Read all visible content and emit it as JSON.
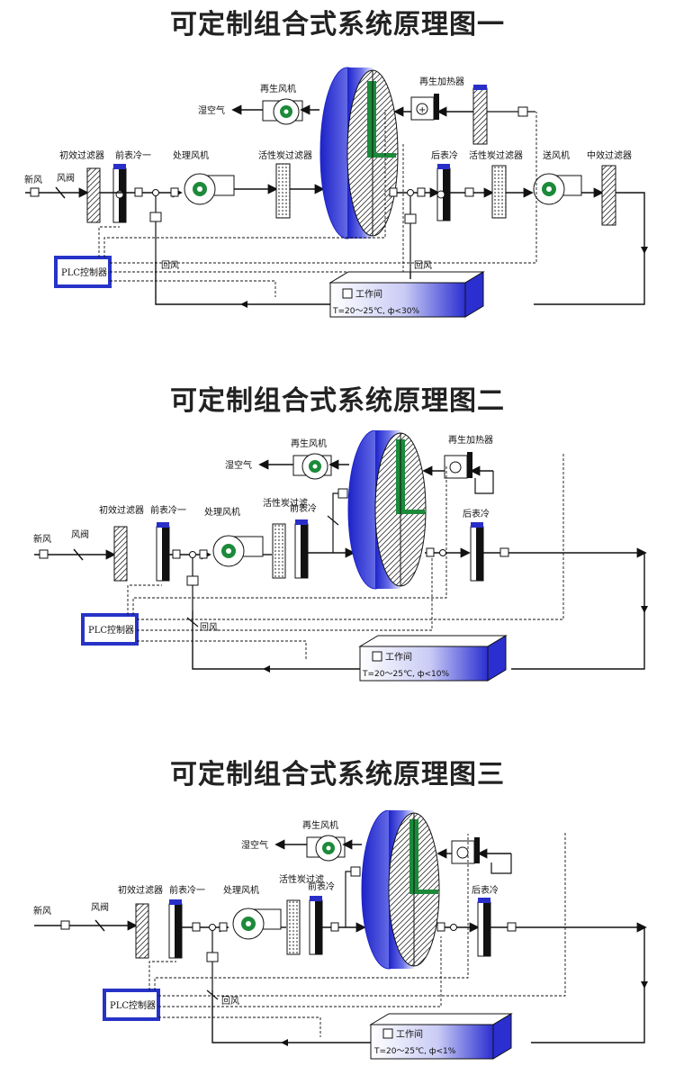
{
  "diagrams": [
    {
      "title": "可定制组合式系统原理图一",
      "labels": {
        "fresh_air": "新风",
        "damper": "风阀",
        "primary_filter": "初效过滤器",
        "pre_cooler": "前表冷一",
        "process_fan": "处理风机",
        "carbon_filter": "活性炭过滤器",
        "regen_fan": "再生风机",
        "wet_air": "湿空气",
        "regen_heater": "再生加热器",
        "after_cooler": "后表冷",
        "carbon_filter_2": "活性炭过滤器",
        "supply_fan": "送风机",
        "medium_filter": "中效过滤器",
        "plc": "PLC控制器",
        "return_air_1": "回风",
        "return_air_2": "回风",
        "room": "工作间",
        "room_spec": "T=20～25℃, ф<30%"
      }
    },
    {
      "title": "可定制组合式系统原理图二",
      "labels": {
        "fresh_air": "新风",
        "damper": "风阀",
        "primary_filter": "初效过滤器",
        "pre_cooler": "前表冷一",
        "process_fan": "处理风机",
        "carbon_filter": "活性炭过滤",
        "pre_cooler_2": "前表冷",
        "regen_fan": "再生风机",
        "wet_air": "湿空气",
        "regen_heater": "再生加热器",
        "after_cooler": "后表冷",
        "plc": "PLC控制器",
        "return_air": "回风",
        "room": "工作间",
        "room_spec": "T=20～25℃, ф<10%"
      }
    },
    {
      "title": "可定制组合式系统原理图三",
      "labels": {
        "fresh_air": "新风",
        "damper": "风阀",
        "primary_filter": "初效过滤器",
        "pre_cooler": "前表冷一",
        "process_fan": "处理风机",
        "carbon_filter": "活性炭过滤",
        "pre_cooler_2": "前表冷",
        "regen_fan": "再生风机",
        "wet_air": "湿空气",
        "after_cooler": "后表冷",
        "plc": "PLC控制器",
        "return_air": "回风",
        "room": "工作间",
        "room_spec": "T=20～25℃, ф<1%"
      }
    }
  ],
  "colors": {
    "wheel_blue": "#2b2fd0",
    "coil_blue": "#2a2ec8",
    "fan_green": "#1c8a3a",
    "plc_border": "#2733c7",
    "line": "#111111"
  }
}
